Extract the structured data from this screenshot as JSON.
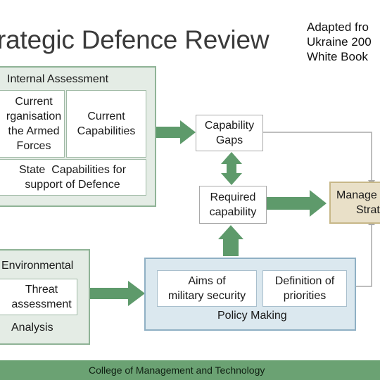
{
  "title": "rategic Defence Review",
  "source": {
    "line1": "Adapted fro",
    "line2": "Ukraine 200",
    "line3": "White Book"
  },
  "internal_assessment": {
    "label": "Internal Assessment",
    "box_armed_forces": [
      "Current",
      "rganisation",
      "the Armed",
      "Forces"
    ],
    "box_current_capabilities": [
      "Current",
      "Capabilities"
    ],
    "box_state_capabilities": [
      "State  Capabilities for",
      "support of Defence"
    ]
  },
  "capability_gaps": [
    "Capability",
    "Gaps"
  ],
  "required_capability": [
    "Required",
    "capability"
  ],
  "management_strategy": [
    "Manage",
    "Strate"
  ],
  "environmental": {
    "label_top": "Environmental",
    "box_threat": [
      "Threat",
      "assessment"
    ],
    "label_bottom": "Analysis"
  },
  "policy_making": {
    "label": "Policy Making",
    "box_aims": [
      "Aims of",
      "military security"
    ],
    "box_priorities": [
      "Definition of",
      "priorities"
    ]
  },
  "footer": "College of Management and Technology",
  "colors": {
    "arrow_green": "#5e9a6b",
    "group_green_bg": "#e4ece5",
    "group_blue_bg": "#dbe8ef",
    "footer_green": "#6ba273",
    "strategy_tan": "#e9e0c8"
  }
}
